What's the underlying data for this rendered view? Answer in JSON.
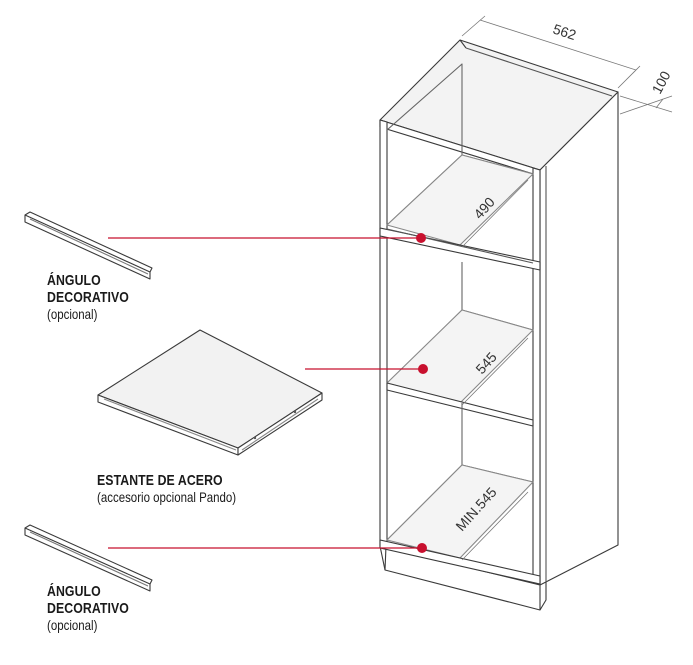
{
  "dimensions": {
    "width_top": "562",
    "depth_top": "100",
    "upper_opening": "490",
    "middle_opening": "545",
    "lower_opening": "MIN.545"
  },
  "labels": {
    "angle_top": {
      "line1": "ÁNGULO",
      "line2": "DECORATIVO",
      "note": "(opcional)"
    },
    "shelf": {
      "title": "ESTANTE DE ACERO",
      "note": "(accesorio opcional Pando)"
    },
    "angle_bottom": {
      "line1": "ÁNGULO",
      "line2": "DECORATIVO",
      "note": "(opcional)"
    }
  },
  "colors": {
    "leader": "#c8102e",
    "outline": "#3a3a3a",
    "panel_fill": "#f1f1f1",
    "dim_line": "#777777"
  }
}
